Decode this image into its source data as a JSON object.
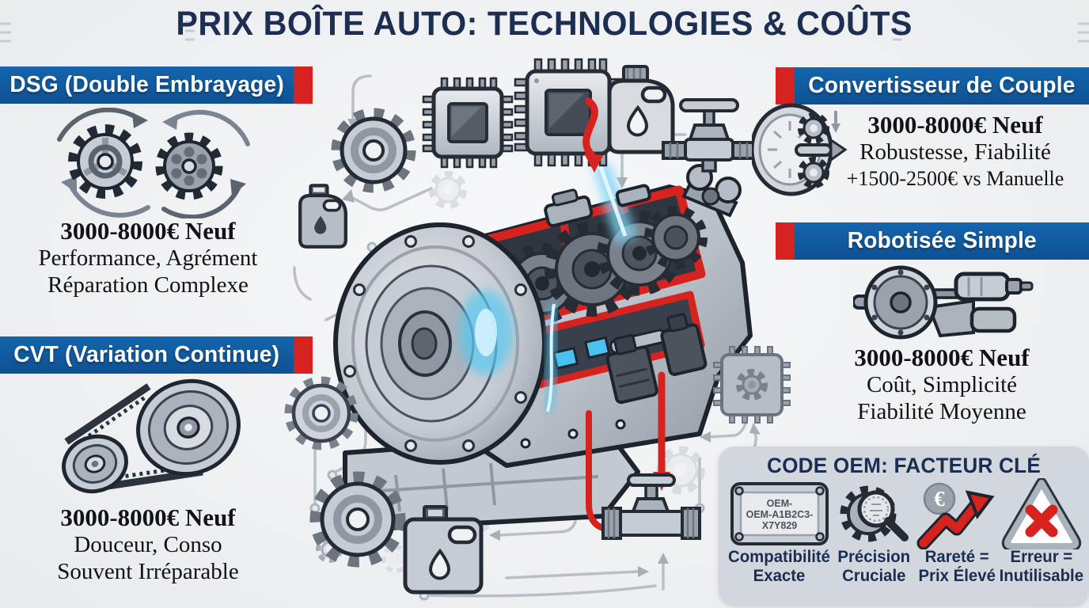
{
  "title": "PRIX BOÎTE AUTO: TECHNOLOGIES & COÛTS",
  "colors": {
    "title_navy": "#1c2e52",
    "header_blue": "#115a9e",
    "accent_red": "#d7231f",
    "body_text": "#141219",
    "oem_panel_bg": "#d2d6dd",
    "caption_navy": "#1b2d52",
    "glow_cyan": "#4fc3f0"
  },
  "sections": {
    "dsg": {
      "header": "DSG (Double Embrayage)",
      "price": "3000-8000€ Neuf",
      "line1": "Performance, Agrément",
      "line2": "Réparation Complexe",
      "icon": "dual-gears-rotation-icon"
    },
    "cvt": {
      "header": "CVT (Variation Continue)",
      "price": "3000-8000€ Neuf",
      "line1": "Douceur, Conso",
      "line2": "Souvent Irréparable",
      "icon": "belt-pulley-icon"
    },
    "converter": {
      "header": "Convertisseur de Couple",
      "price": "3000-8000€ Neuf",
      "line1": "Robustesse, Fiabilité",
      "line2": "+1500-2500€ vs Manuelle",
      "icon": "torque-converter-icon"
    },
    "robotized": {
      "header": "Robotisée Simple",
      "price": "3000-8000€ Neuf",
      "line1": "Coût, Simplicité",
      "line2": "Fiabilité Moyenne",
      "icon": "clutch-actuator-icon"
    }
  },
  "oem_panel": {
    "header": "CODE OEM: FACTEUR CLÉ",
    "plate_lines": [
      "OEM-",
      "OEM-A1B2C3-",
      "X7Y829"
    ],
    "euro_symbol": "€",
    "items": [
      {
        "icon": "oem-plate-icon",
        "label": "Compatibilité\nExacte"
      },
      {
        "icon": "gear-magnifier-icon",
        "label": "Précision\nCruciale"
      },
      {
        "icon": "price-up-arrow-icon",
        "label": "Rareté =\nPrix Élevé"
      },
      {
        "icon": "error-triangle-icon",
        "label": "Erreur =\nInutilisable"
      }
    ]
  },
  "center_art": {
    "illustration": "automatic-transmission-cutaway",
    "satellite_icons": [
      "gear-icon",
      "microchip-icon",
      "microchip-icon",
      "oil-jug-icon",
      "valve-icon",
      "gear-icon",
      "gear-icon",
      "oil-canister-icon",
      "valve-icon",
      "microchip-gear-icon",
      "oil-jug-small-icon"
    ],
    "decor": [
      "circuit-trace-lines",
      "red-flow-arrows",
      "blue-energy-beam"
    ]
  }
}
